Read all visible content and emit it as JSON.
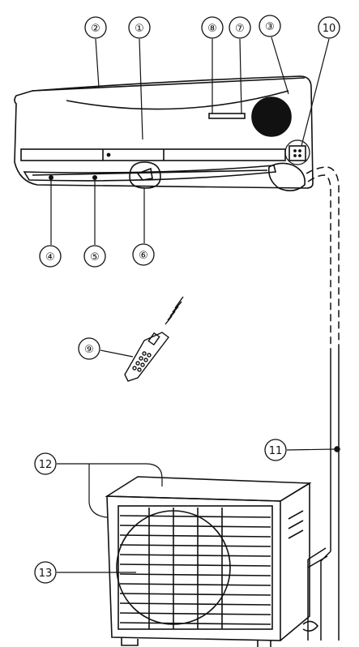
{
  "figure": {
    "colors": {
      "line": "#111111",
      "background": "#ffffff",
      "fill_dark": "#111111"
    },
    "callouts": [
      {
        "id": "c1",
        "label": "①"
      },
      {
        "id": "c2",
        "label": "②"
      },
      {
        "id": "c3",
        "label": "③"
      },
      {
        "id": "c4",
        "label": "④"
      },
      {
        "id": "c5",
        "label": "⑤"
      },
      {
        "id": "c6",
        "label": "⑥"
      },
      {
        "id": "c7",
        "label": "⑦"
      },
      {
        "id": "c8",
        "label": "⑧"
      },
      {
        "id": "c9",
        "label": "⑨"
      },
      {
        "id": "c10",
        "label": "10"
      },
      {
        "id": "c11",
        "label": "11"
      },
      {
        "id": "c12",
        "label": "12"
      },
      {
        "id": "c13",
        "label": "13"
      }
    ]
  }
}
